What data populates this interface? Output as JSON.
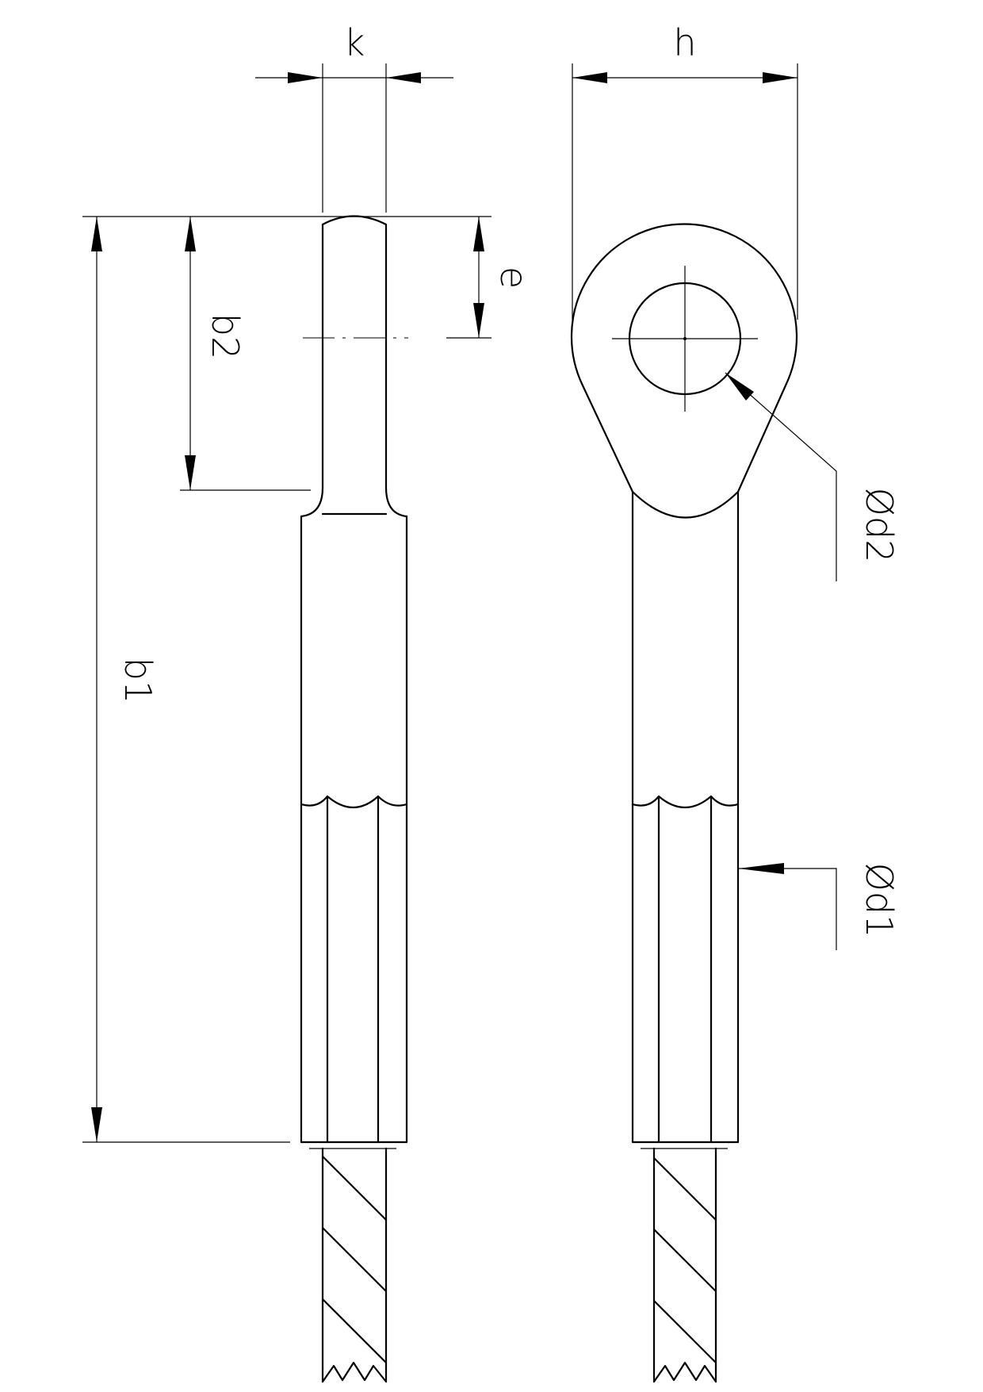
{
  "labels": {
    "k": "k",
    "h": "h",
    "e": "e",
    "b2": "b2",
    "b1": "b1",
    "d2": "Ød2",
    "d1": "Ød1"
  },
  "colors": {
    "line": "#000000",
    "background": "#ffffff"
  }
}
